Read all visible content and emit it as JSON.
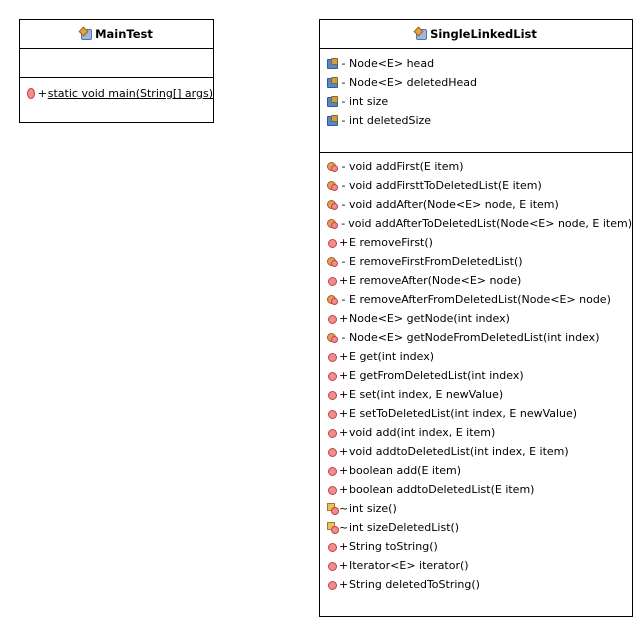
{
  "main_test": {
    "name": "MainTest",
    "methods": [
      {
        "visibility": "+",
        "signature": "static void main(String[] args)",
        "icon": "public-method-icon"
      }
    ]
  },
  "single_linked_list": {
    "name": "SingleLinkedList",
    "fields": [
      {
        "visibility": "-",
        "signature": "Node<E> head",
        "icon": "field-icon"
      },
      {
        "visibility": "-",
        "signature": "Node<E> deletedHead",
        "icon": "field-icon"
      },
      {
        "visibility": "-",
        "signature": "int size",
        "icon": "field-icon"
      },
      {
        "visibility": "-",
        "signature": "int deletedSize",
        "icon": "field-icon"
      }
    ],
    "methods": [
      {
        "visibility": "-",
        "signature": "void addFirst(E item)",
        "kind": "priv"
      },
      {
        "visibility": "-",
        "signature": "void addFirsttToDeletedList(E item)",
        "kind": "priv"
      },
      {
        "visibility": "-",
        "signature": "void addAfter(Node<E> node, E item)",
        "kind": "priv"
      },
      {
        "visibility": "-",
        "signature": "void addAfterToDeletedList(Node<E> node, E item)",
        "kind": "priv"
      },
      {
        "visibility": "+",
        "signature": "E removeFirst()",
        "kind": "pub"
      },
      {
        "visibility": "-",
        "signature": "E removeFirstFromDeletedList()",
        "kind": "priv"
      },
      {
        "visibility": "+",
        "signature": "E removeAfter(Node<E> node)",
        "kind": "pub"
      },
      {
        "visibility": "-",
        "signature": "E removeAfterFromDeletedList(Node<E> node)",
        "kind": "priv"
      },
      {
        "visibility": "+",
        "signature": "Node<E> getNode(int index)",
        "kind": "pub"
      },
      {
        "visibility": "-",
        "signature": "Node<E> getNodeFromDeletedList(int index)",
        "kind": "priv"
      },
      {
        "visibility": "+",
        "signature": "E get(int index)",
        "kind": "pub"
      },
      {
        "visibility": "+",
        "signature": "E getFromDeletedList(int index)",
        "kind": "pub"
      },
      {
        "visibility": "+",
        "signature": "E set(int index, E newValue)",
        "kind": "pub"
      },
      {
        "visibility": "+",
        "signature": "E setToDeletedList(int index, E newValue)",
        "kind": "pub"
      },
      {
        "visibility": "+",
        "signature": "void add(int index, E item)",
        "kind": "pub"
      },
      {
        "visibility": "+",
        "signature": "void addtoDeletedList(int index, E item)",
        "kind": "pub"
      },
      {
        "visibility": "+",
        "signature": "boolean add(E item)",
        "kind": "pub"
      },
      {
        "visibility": "+",
        "signature": "boolean addtoDeletedList(E item)",
        "kind": "pub"
      },
      {
        "visibility": "~",
        "signature": "int size()",
        "kind": "pkg"
      },
      {
        "visibility": "~",
        "signature": "int sizeDeletedList()",
        "kind": "pkg"
      },
      {
        "visibility": "+",
        "signature": "String toString()",
        "kind": "pub"
      },
      {
        "visibility": "+",
        "signature": "Iterator<E> iterator()",
        "kind": "pub"
      },
      {
        "visibility": "+",
        "signature": "String deletedToString()",
        "kind": "pub"
      }
    ]
  }
}
